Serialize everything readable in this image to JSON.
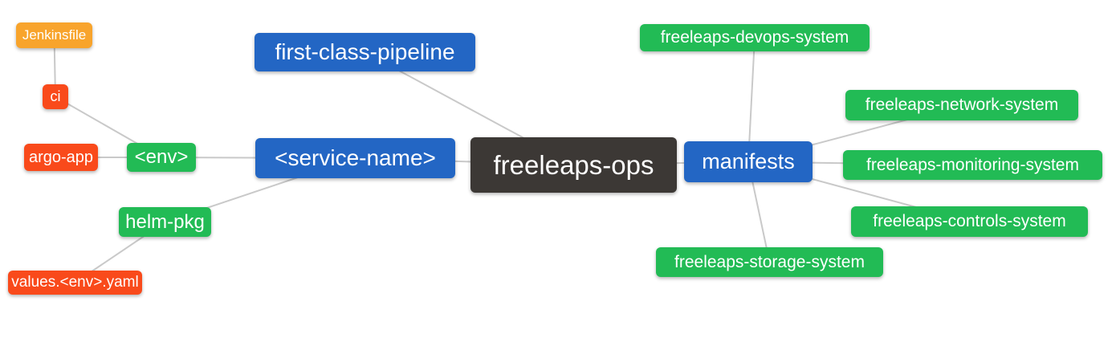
{
  "diagram": {
    "type": "mindmap",
    "root": "freeleaps-ops",
    "colors": {
      "root_node": "#3c3835",
      "branch_node": "#2366c4",
      "leaf_green": "#22bb55",
      "leaf_red": "#f94a1b",
      "leaf_orange": "#f8a42c",
      "edge_line": "#c9c9c9",
      "text": "#ffffff",
      "background": "#ffffff"
    },
    "nodes": {
      "ops": {
        "label": "freeleaps-ops"
      },
      "pipeline": {
        "label": "first-class-pipeline"
      },
      "service": {
        "label": "<service-name>"
      },
      "manifests": {
        "label": "manifests"
      },
      "env": {
        "label": "<env>"
      },
      "helm": {
        "label": "helm-pkg"
      },
      "ci": {
        "label": "ci"
      },
      "argo": {
        "label": "argo-app"
      },
      "jenkins": {
        "label": "Jenkinsfile"
      },
      "values": {
        "label": "values.<env>.yaml"
      },
      "devops": {
        "label": "freeleaps-devops-system"
      },
      "network": {
        "label": "freeleaps-network-system"
      },
      "monitoring": {
        "label": "freeleaps-monitoring-system"
      },
      "controls": {
        "label": "freeleaps-controls-system"
      },
      "storage": {
        "label": "freeleaps-storage-system"
      }
    },
    "edges": [
      [
        "jenkins",
        "ci"
      ],
      [
        "ci",
        "env"
      ],
      [
        "argo",
        "env"
      ],
      [
        "env",
        "service"
      ],
      [
        "helm",
        "service"
      ],
      [
        "values",
        "helm"
      ],
      [
        "service",
        "ops"
      ],
      [
        "pipeline",
        "ops"
      ],
      [
        "ops",
        "manifests"
      ],
      [
        "manifests",
        "devops"
      ],
      [
        "manifests",
        "network"
      ],
      [
        "manifests",
        "monitoring"
      ],
      [
        "manifests",
        "controls"
      ],
      [
        "manifests",
        "storage"
      ]
    ]
  }
}
